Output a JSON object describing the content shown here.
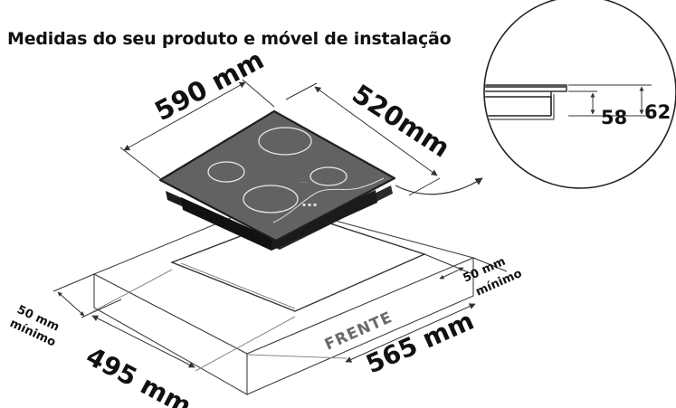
{
  "title": "Medidas do seu produto e móvel de instalação",
  "dimensions": {
    "hob_width": "590 mm",
    "hob_depth": "520mm",
    "cutout_width": "565 mm",
    "cutout_depth": "495 mm",
    "front_label": "FRENTE",
    "clearance_left_line1": "50 mm",
    "clearance_left_line2": "mínimo",
    "clearance_right_line1": "50 mm",
    "clearance_right_line2": "mínimo"
  },
  "detail": {
    "inner_height": "58",
    "outer_height": "62"
  },
  "colors": {
    "glass": "#5f5f5f",
    "glass_edge": "#1f1f1f",
    "zone_ring": "#e6e6e6",
    "line": "#333333",
    "front_text": "#6a6a6a"
  }
}
